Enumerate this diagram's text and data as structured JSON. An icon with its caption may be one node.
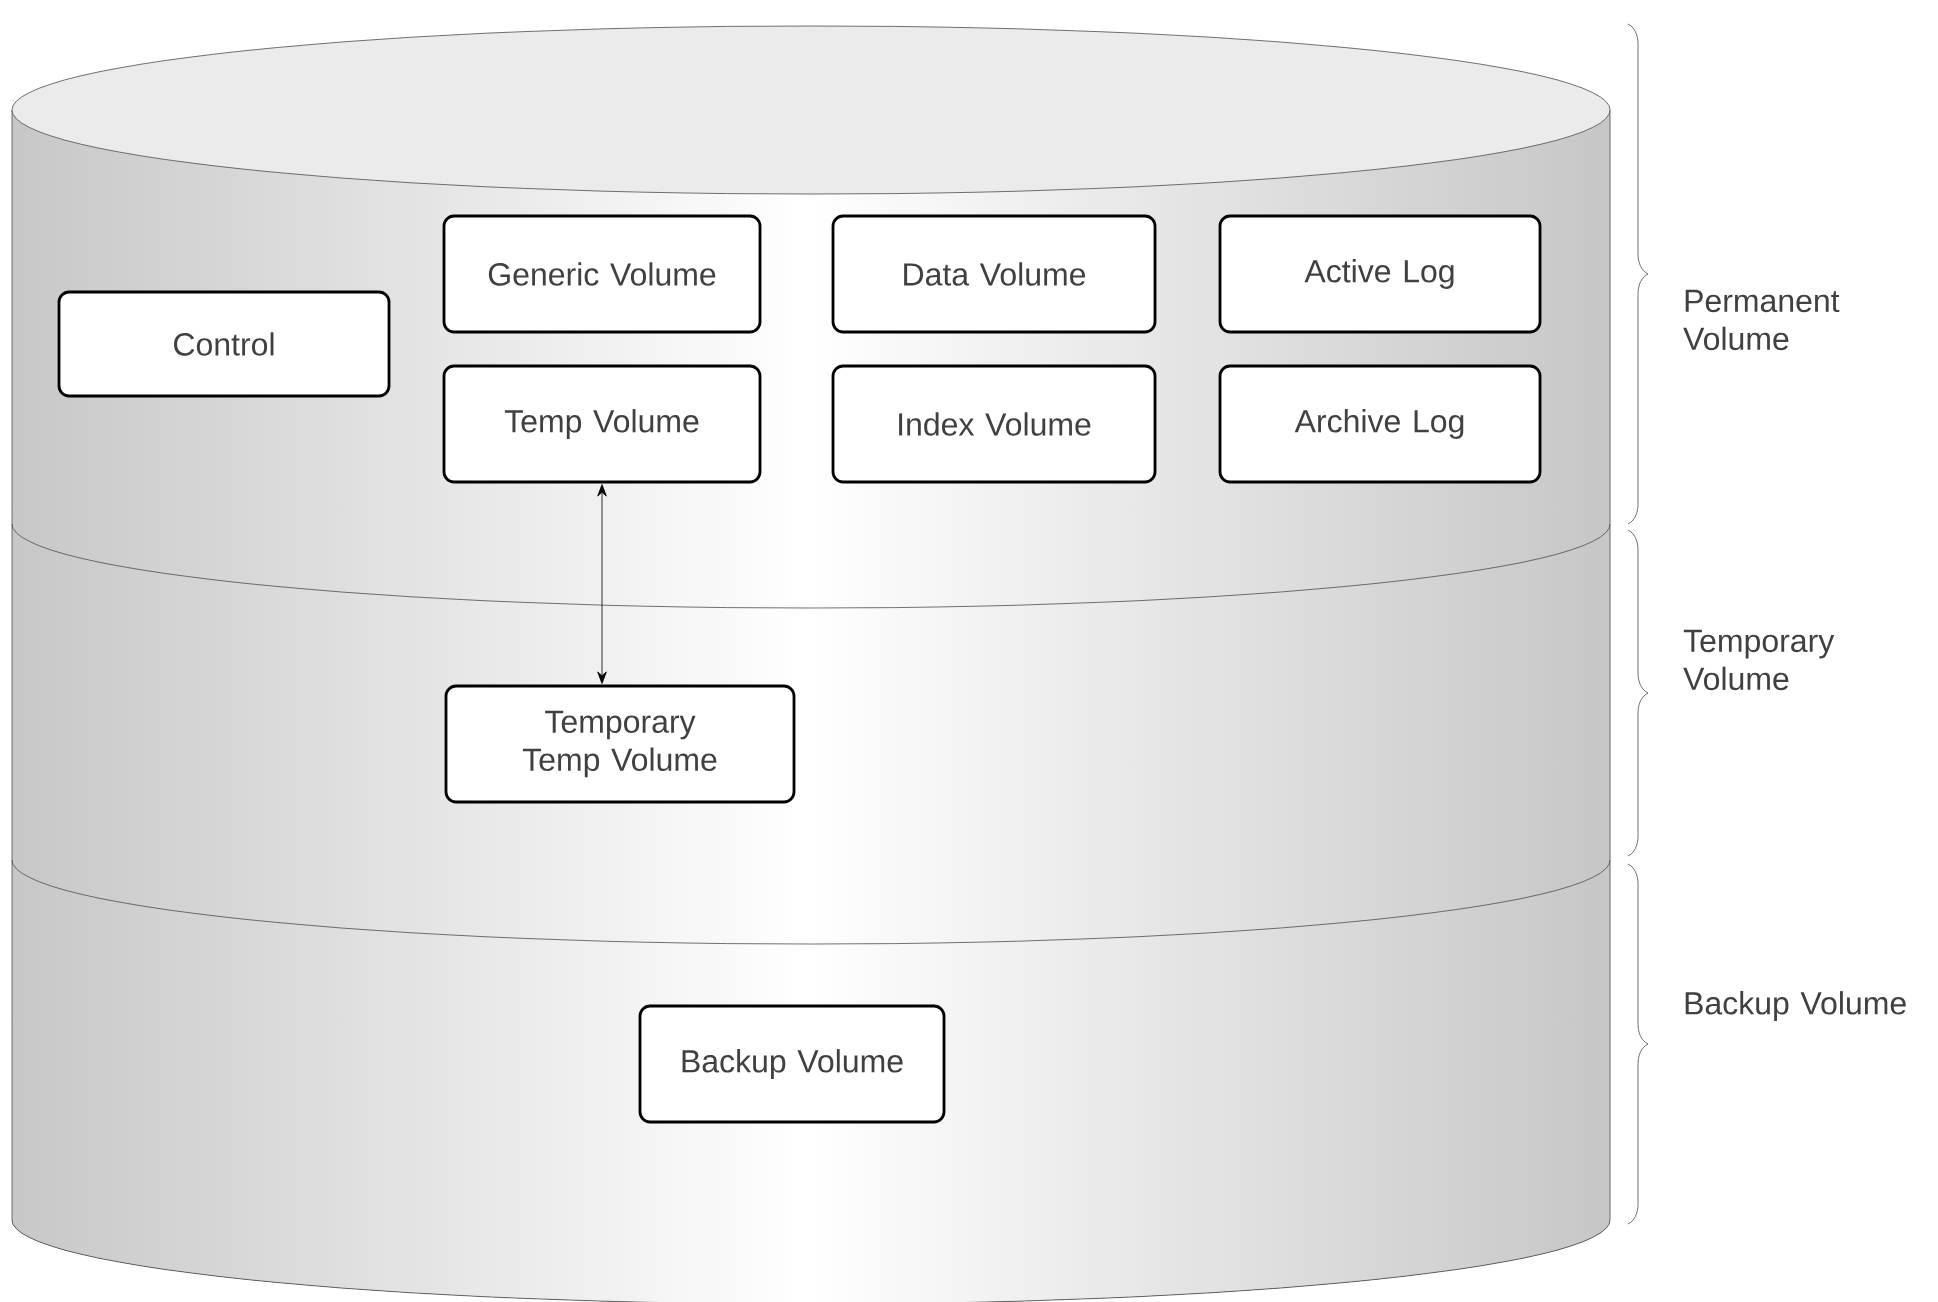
{
  "diagram": {
    "nodes": [
      {
        "text": [
          "Control"
        ]
      },
      {
        "text": [
          "Generic Volume"
        ]
      },
      {
        "text": [
          "Data Volume"
        ]
      },
      {
        "text": [
          "Active Log"
        ]
      },
      {
        "text": [
          "Temp Volume"
        ]
      },
      {
        "text": [
          "Index Volume"
        ]
      },
      {
        "text": [
          "Archive Log"
        ]
      },
      {
        "text": [
          "Temporary Temp Volume"
        ]
      },
      {
        "text": [
          "Backup Volume"
        ]
      }
    ],
    "edges": [
      {
        "from": 4,
        "to": 7,
        "arrow": "both"
      }
    ],
    "labels": [
      "Permanent Volume",
      "Temporary Volume",
      "Backup Volume"
    ]
  }
}
